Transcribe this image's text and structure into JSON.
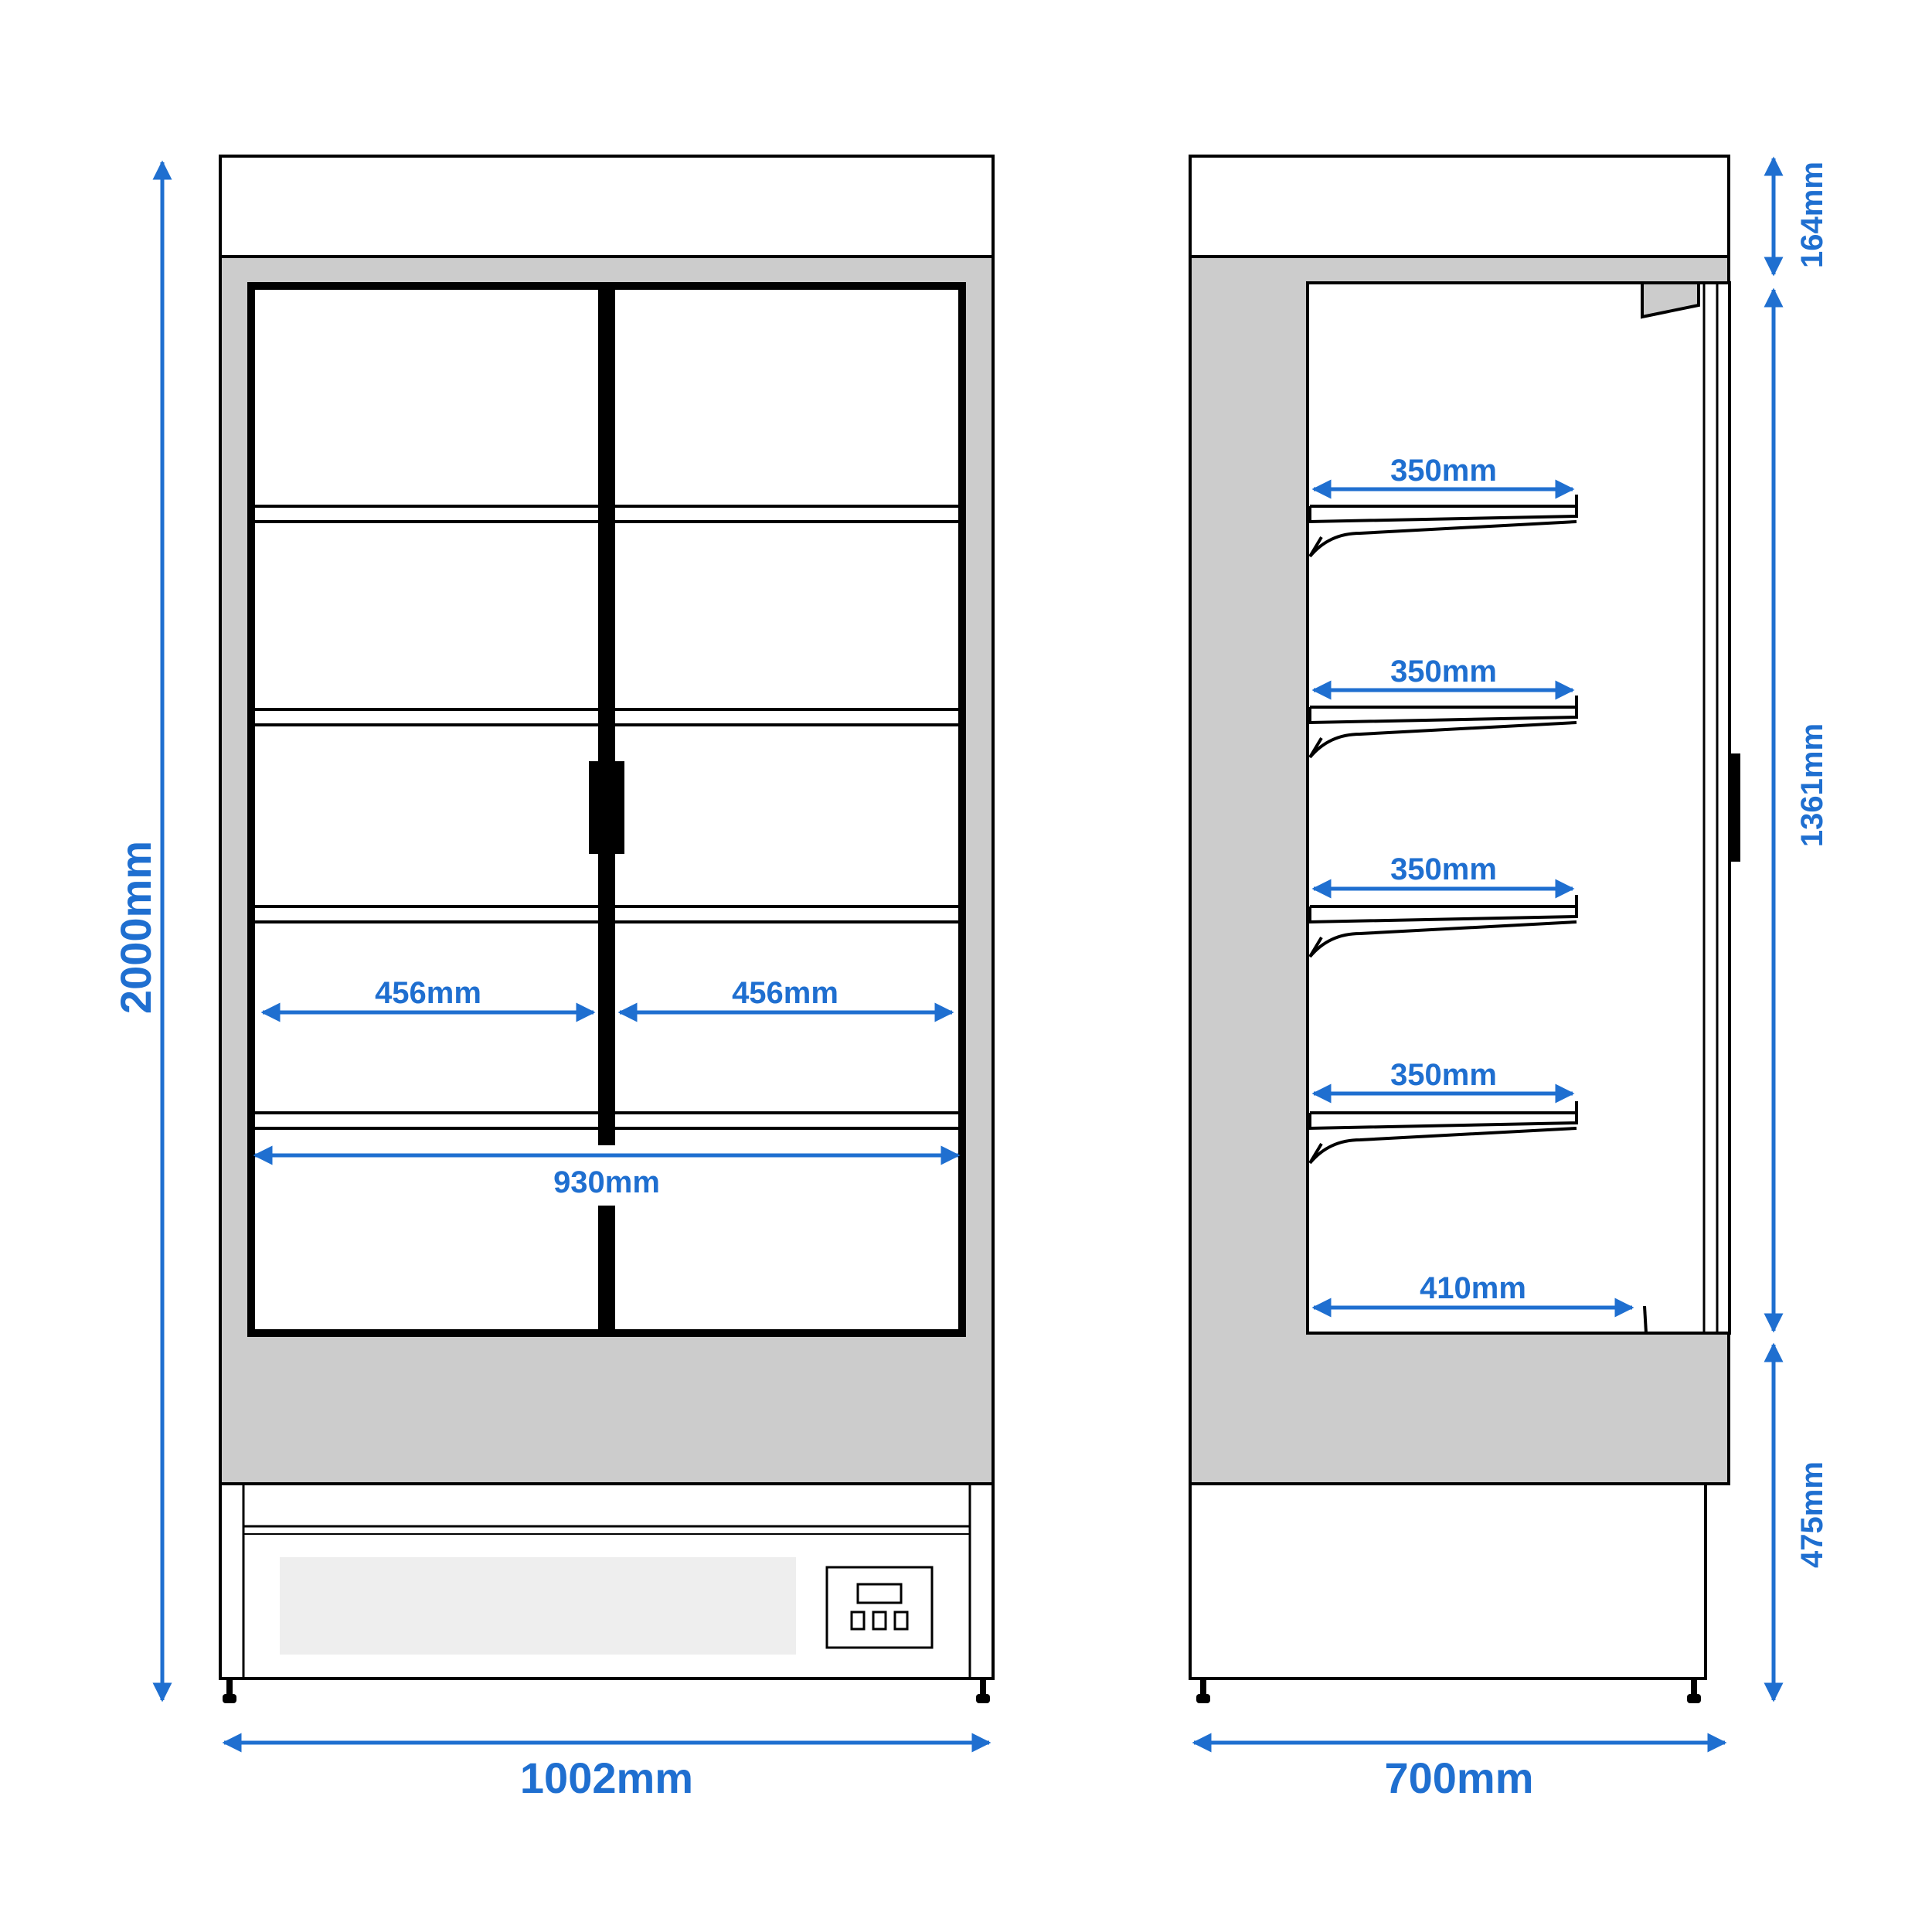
{
  "colors": {
    "dimension": "#1f6fd0",
    "outline": "#000000",
    "panel": "#cccccc",
    "light_panel": "#eeeeee",
    "background": "#ffffff"
  },
  "front_view": {
    "height_label": "2000mm",
    "width_label": "1002mm",
    "inner_width_label": "930mm",
    "left_shelf_label": "456mm",
    "right_shelf_label": "456mm"
  },
  "side_view": {
    "depth_label": "700mm",
    "top_height_label": "164mm",
    "middle_height_label": "1361mm",
    "bottom_height_label": "475mm",
    "shelf_depth_labels": [
      "350mm",
      "350mm",
      "350mm",
      "350mm"
    ],
    "base_depth_label": "410mm"
  }
}
